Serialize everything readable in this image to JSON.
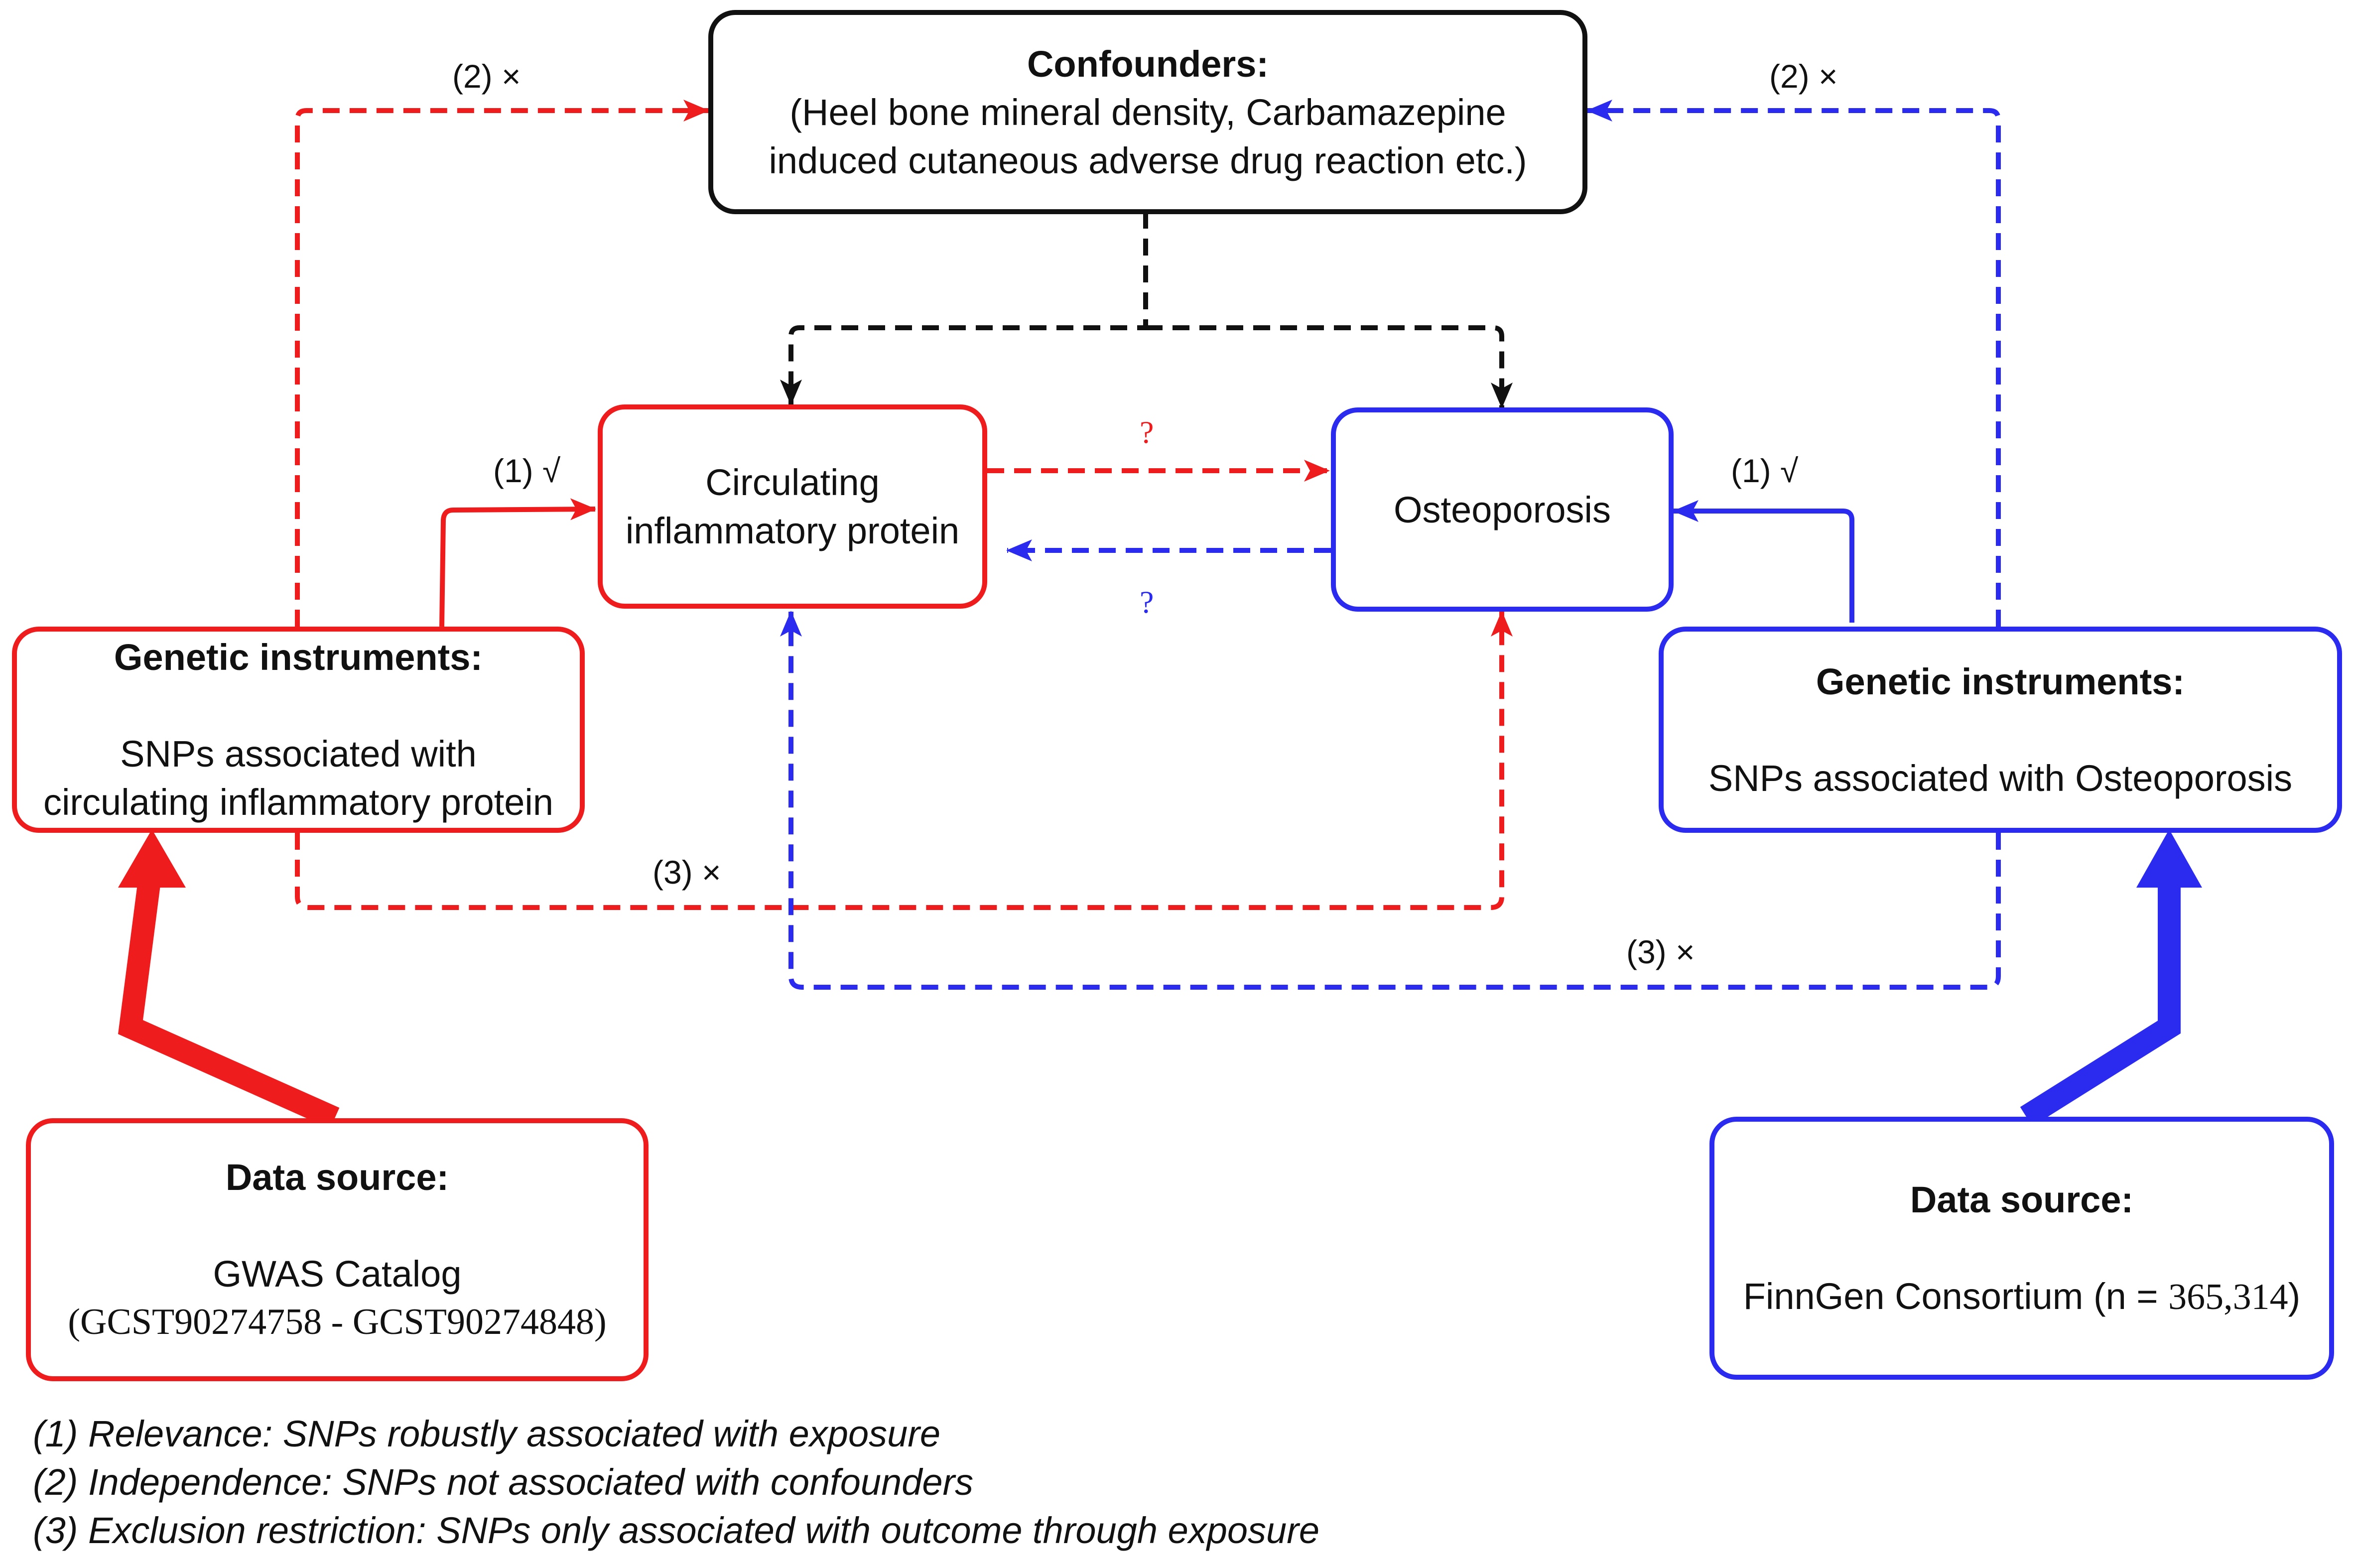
{
  "colors": {
    "red": "#ee1c1c",
    "blue": "#2b2bf0",
    "black": "#111111"
  },
  "confounders": {
    "title": "Confounders:",
    "line1": "(Heel bone mineral density, Carbamazepine",
    "line2": "induced cutaneous adverse drug reaction etc.)"
  },
  "exposure": {
    "line1": "Circulating",
    "line2": "inflammatory protein"
  },
  "outcome": {
    "label": "Osteoporosis"
  },
  "instruments_left": {
    "title": "Genetic instruments:",
    "line1": "SNPs associated with",
    "line2": "circulating inflammatory protein"
  },
  "instruments_right": {
    "title": "Genetic instruments:",
    "line1": "SNPs associated with Osteoporosis"
  },
  "source_left": {
    "title": "Data source:",
    "line1": "GWAS Catalog",
    "line2": "(GCST90274758 - GCST90274848)"
  },
  "source_right": {
    "title": "Data source:",
    "text": "FinnGen Consortium (n = ",
    "number": "365,314",
    "close": ")"
  },
  "labels": {
    "relevance_left": "(1) √",
    "relevance_right": "(1) √",
    "independence_left": "(2) ×",
    "independence_right": "(2) ×",
    "exclusion_left": "(3) ×",
    "exclusion_right": "(3) ×",
    "question_forward": "?",
    "question_reverse": "?"
  },
  "legend": [
    "(1) Relevance: SNPs robustly associated with exposure",
    "(2) Independence: SNPs not associated with confounders",
    "(3) Exclusion restriction: SNPs only associated with outcome through exposure"
  ]
}
